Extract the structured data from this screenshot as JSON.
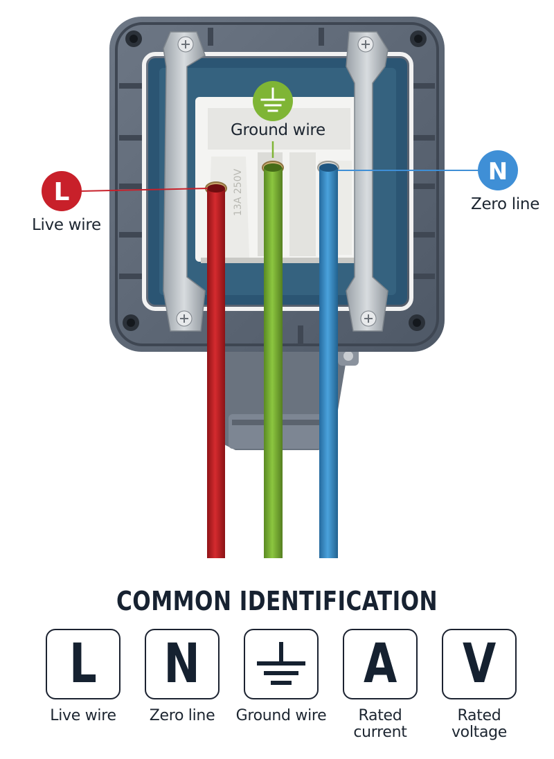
{
  "diagram": {
    "callouts": {
      "live": {
        "letter": "L",
        "label": "Live wire",
        "color": "#c8202a"
      },
      "neutral": {
        "letter": "N",
        "label": "Zero line",
        "color": "#3f8fd6"
      },
      "ground": {
        "label": "Ground wire",
        "color": "#7fb535"
      }
    },
    "socket_rating_text": "13A 250V",
    "wire_colors": {
      "live": "#c21f23",
      "ground": "#7ab233",
      "neutral": "#3a8ecb"
    }
  },
  "identification": {
    "title": "COMMON IDENTIFICATION",
    "items": [
      {
        "symbol": "L",
        "caption": "Live wire"
      },
      {
        "symbol": "N",
        "caption": "Zero line"
      },
      {
        "symbol": "ground-icon",
        "caption": "Ground wire"
      },
      {
        "symbol": "A",
        "caption_line1": "Rated",
        "caption_line2": "current"
      },
      {
        "symbol": "V",
        "caption_line1": "Rated",
        "caption_line2": "voltage"
      }
    ]
  }
}
